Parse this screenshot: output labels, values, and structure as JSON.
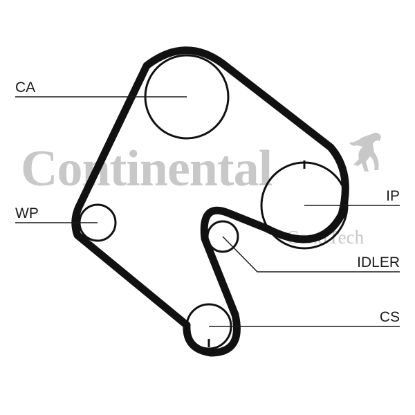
{
  "labels": {
    "ca": "CA",
    "wp": "WP",
    "ip": "IP",
    "idler": "IDLER",
    "cs": "CS"
  },
  "watermark": {
    "brand": "Continental",
    "sub": "ContiTech"
  },
  "colors": {
    "belt": "#111111",
    "pulley": "#111111",
    "leader": "#1a1a1a",
    "watermark": "#c8c8c8",
    "background": "#ffffff"
  },
  "icons": {
    "logo": "rearing-horse-icon"
  }
}
